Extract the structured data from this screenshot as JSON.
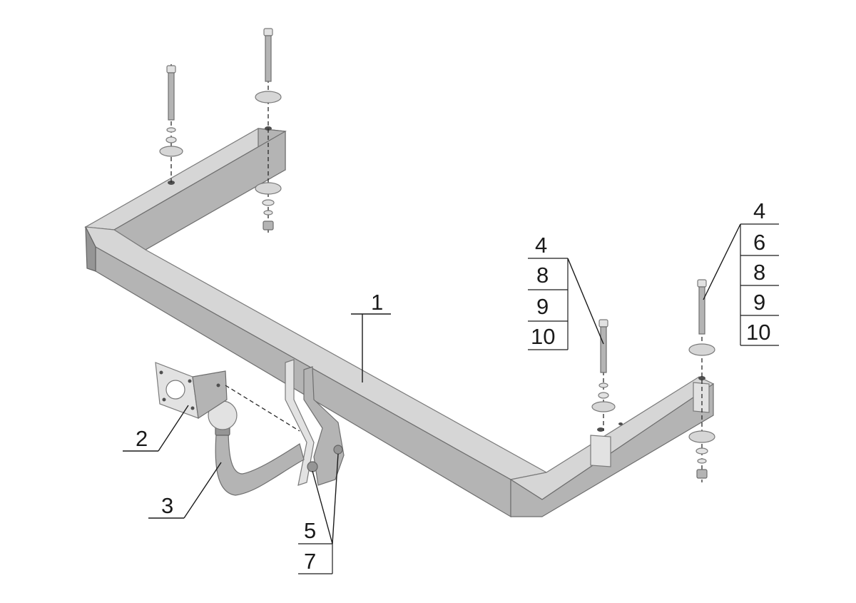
{
  "callouts": {
    "frame": "1",
    "socket_bracket": "2",
    "tow_ball": "3",
    "left_stack": [
      "4",
      "8",
      "9",
      "10"
    ],
    "right_stack": [
      "4",
      "6",
      "8",
      "9",
      "10"
    ],
    "bottom_stack": [
      "5",
      "7"
    ]
  }
}
